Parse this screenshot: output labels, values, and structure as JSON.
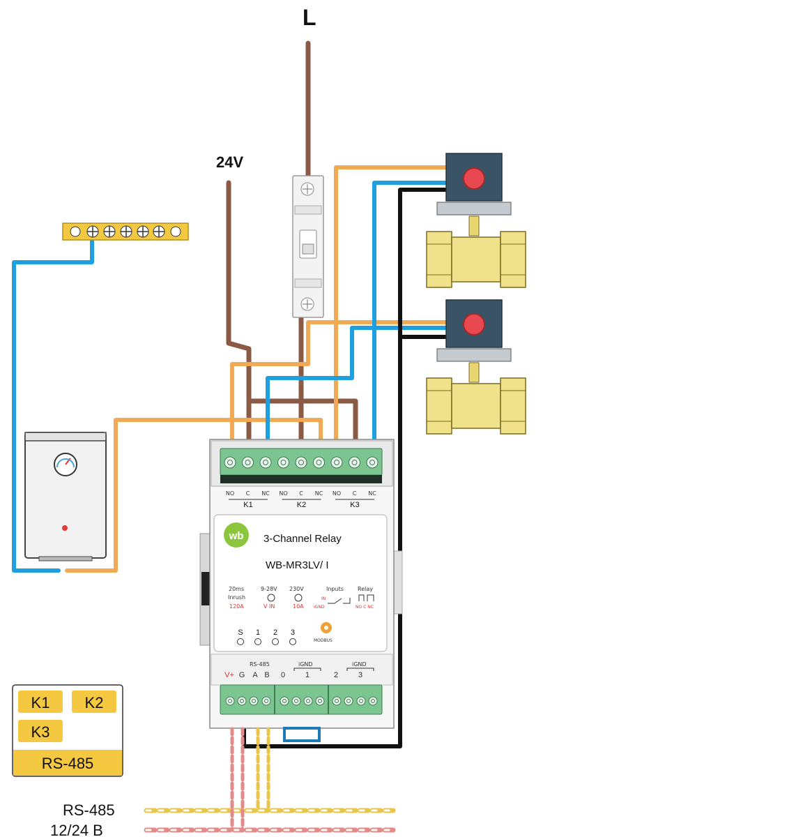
{
  "labels": {
    "phase": "L",
    "low_voltage": "24V",
    "rs485_cable": "RS-485",
    "power_cable": "12/24  В"
  },
  "relay": {
    "logo": "wb",
    "title": "3-Channel Relay",
    "model": "WB-MR3LV/ I",
    "spec_inrush_top": "20ms",
    "spec_inrush_mid": "Inrush",
    "spec_inrush_val": "120A",
    "spec_vin_top": "9-28V",
    "spec_vin_val": "V IN",
    "spec_ac_top": "230V",
    "spec_ac_val": "10A",
    "spec_inputs": "Inputs",
    "spec_in": "IN",
    "spec_ignd": "iGND",
    "spec_relay": "Relay",
    "spec_relay_val": "NO C NC",
    "leds": [
      "S",
      "1",
      "2",
      "3"
    ],
    "modbus": "MODBUS",
    "top_terminals": [
      "NO",
      "C",
      "NC",
      "NO",
      "C",
      "NC",
      "NO",
      "C",
      "NC"
    ],
    "channels": [
      "K1",
      "K2",
      "K3"
    ],
    "bottom_power": [
      "V+",
      "G"
    ],
    "rs485_header": "RS-485",
    "rs485_terms": [
      "A",
      "B"
    ],
    "inputs": [
      "0",
      "1",
      "2",
      "3"
    ],
    "ignd": [
      "iGND",
      "iGND"
    ]
  },
  "legend": {
    "items": [
      "K1",
      "K2",
      "K3"
    ],
    "footer": "RS-485"
  },
  "colors": {
    "brown": "#8a5a44",
    "orange": "#f0a955",
    "blue": "#1ea0e0",
    "black": "#111111",
    "green_terminal": "#7cc490",
    "valve_brass": "#f0e28a",
    "actuator": "#3a5366",
    "legend_fill": "#f5c842",
    "red_cable": "#e38a8a",
    "yellow_cable": "#e9c54a"
  }
}
